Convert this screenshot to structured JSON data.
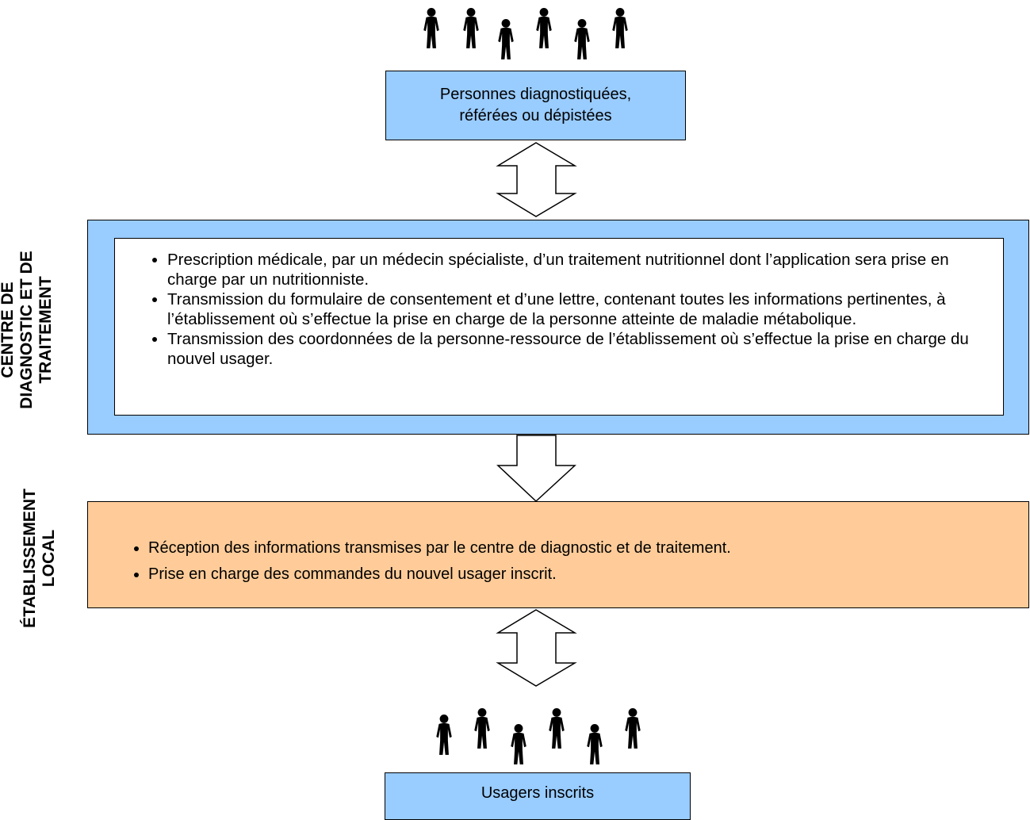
{
  "top": {
    "people_icon": "person-icon",
    "box_text_line1": "Personnes diagnostiquées,",
    "box_text_line2": "référées ou dépistées"
  },
  "centre": {
    "side_label_line1": "CENTRE DE",
    "side_label_line2": "DIAGNOSTIC ET DE",
    "side_label_line3": "TRAITEMENT",
    "items": [
      "Prescription médicale, par un médecin spécialiste, d’un traitement nutritionnel dont l’application sera prise en charge par un nutritionniste.",
      "Transmission du formulaire de consentement et d’une lettre, contenant toutes les informations pertinentes, à l’établissement où s’effectue la prise en charge de la personne atteinte de maladie métabolique.",
      "Transmission des coordonnées de la personne-ressource de l’établissement où s’effectue la prise en charge du nouvel usager."
    ]
  },
  "local": {
    "side_label_line1": "ÉTABLISSEMENT",
    "side_label_line2": "LOCAL",
    "items": [
      "Réception des informations transmises par le centre de diagnostic et de traitement.",
      "Prise en charge des commandes du nouvel usager inscrit."
    ]
  },
  "bottom": {
    "people_icon": "person-icon",
    "box_text": "Usagers inscrits"
  },
  "colors": {
    "blue_box": "#99ccff",
    "orange_box": "#ffcc99",
    "outline": "#000000"
  }
}
